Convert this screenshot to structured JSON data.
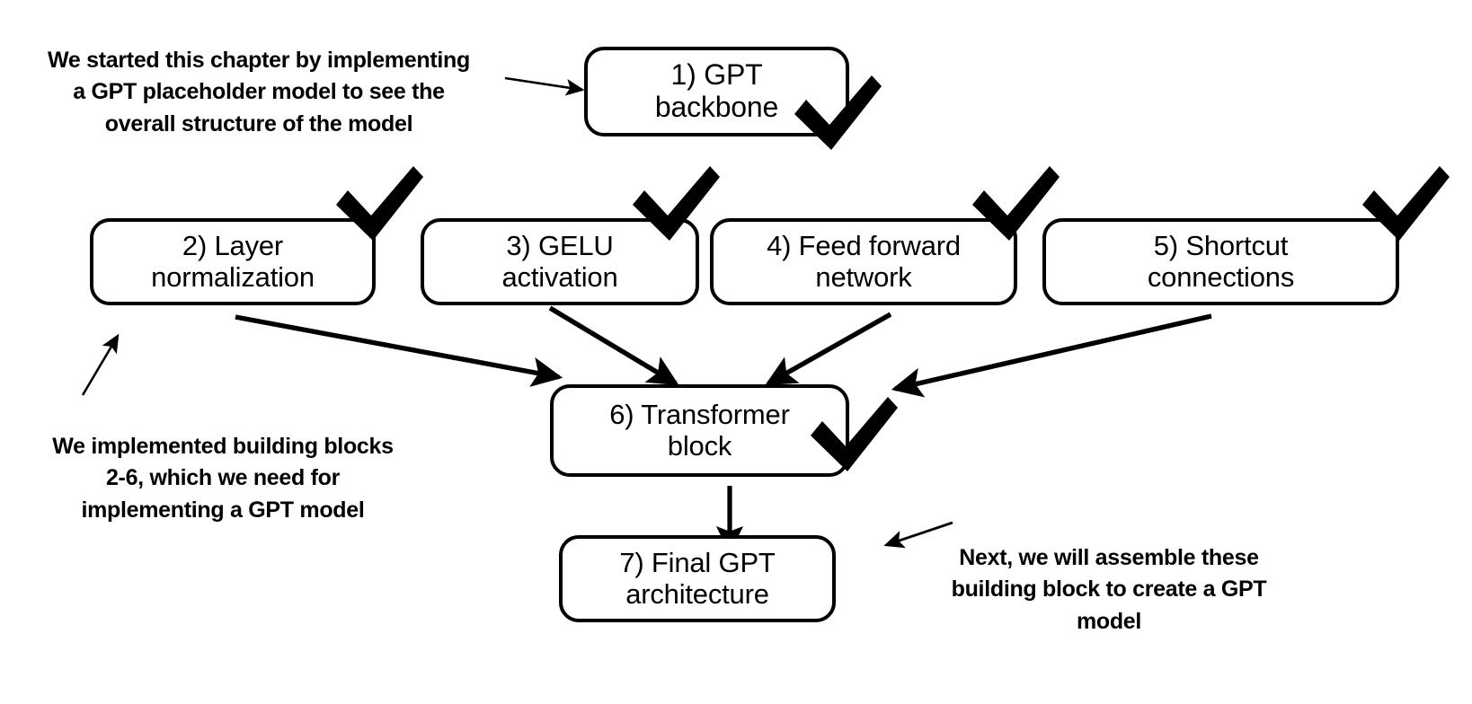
{
  "diagram": {
    "title_semantic": "gpt-chapter-building-blocks-flowchart",
    "background_color": "#ffffff",
    "stroke_color": "#000000",
    "nodes": [
      {
        "id": "node-1",
        "name": "gpt-backbone",
        "label": "1) GPT\nbackbone",
        "checked": true
      },
      {
        "id": "node-2",
        "name": "layer-normalization",
        "label": "2) Layer\nnormalization",
        "checked": true
      },
      {
        "id": "node-3",
        "name": "gelu-activation",
        "label": "3) GELU\nactivation",
        "checked": true
      },
      {
        "id": "node-4",
        "name": "feed-forward-network",
        "label": "4) Feed forward\nnetwork",
        "checked": true
      },
      {
        "id": "node-5",
        "name": "shortcut-connections",
        "label": "5) Shortcut\nconnections",
        "checked": true
      },
      {
        "id": "node-6",
        "name": "transformer-block",
        "label": "6) Transformer\nblock",
        "checked": true
      },
      {
        "id": "node-7",
        "name": "final-gpt-architecture",
        "label": "7) Final GPT\narchitecture",
        "checked": false
      }
    ],
    "annotations": [
      {
        "id": "annotation-top-left",
        "name": "annotation-gpt-placeholder",
        "text": "We started this chapter by implementing\na GPT placeholder model to see the\noverall structure of the model"
      },
      {
        "id": "annotation-bottom-left",
        "name": "annotation-building-blocks",
        "text": "We implemented building blocks\n2-6, which we need for\nimplementing a GPT model"
      },
      {
        "id": "annotation-bottom-right",
        "name": "annotation-next-steps",
        "text": "Next, we will assemble these\nbuilding block to create a GPT\nmodel"
      }
    ],
    "edges": [
      {
        "name": "edge-annotation-to-gpt-backbone",
        "from": "annotation-top-left",
        "to": "node-1"
      },
      {
        "name": "edge-annotation-to-layer-normalization",
        "from": "annotation-bottom-left",
        "to": "node-2"
      },
      {
        "name": "edge-layer-normalization-to-transformer-block",
        "from": "node-2",
        "to": "node-6"
      },
      {
        "name": "edge-gelu-activation-to-transformer-block",
        "from": "node-3",
        "to": "node-6"
      },
      {
        "name": "edge-feed-forward-network-to-transformer-block",
        "from": "node-4",
        "to": "node-6"
      },
      {
        "name": "edge-shortcut-connections-to-transformer-block",
        "from": "node-5",
        "to": "node-6"
      },
      {
        "name": "edge-transformer-block-to-final-gpt-architecture",
        "from": "node-6",
        "to": "node-7"
      },
      {
        "name": "edge-annotation-to-final-gpt-architecture",
        "from": "annotation-bottom-right",
        "to": "node-7"
      }
    ]
  }
}
